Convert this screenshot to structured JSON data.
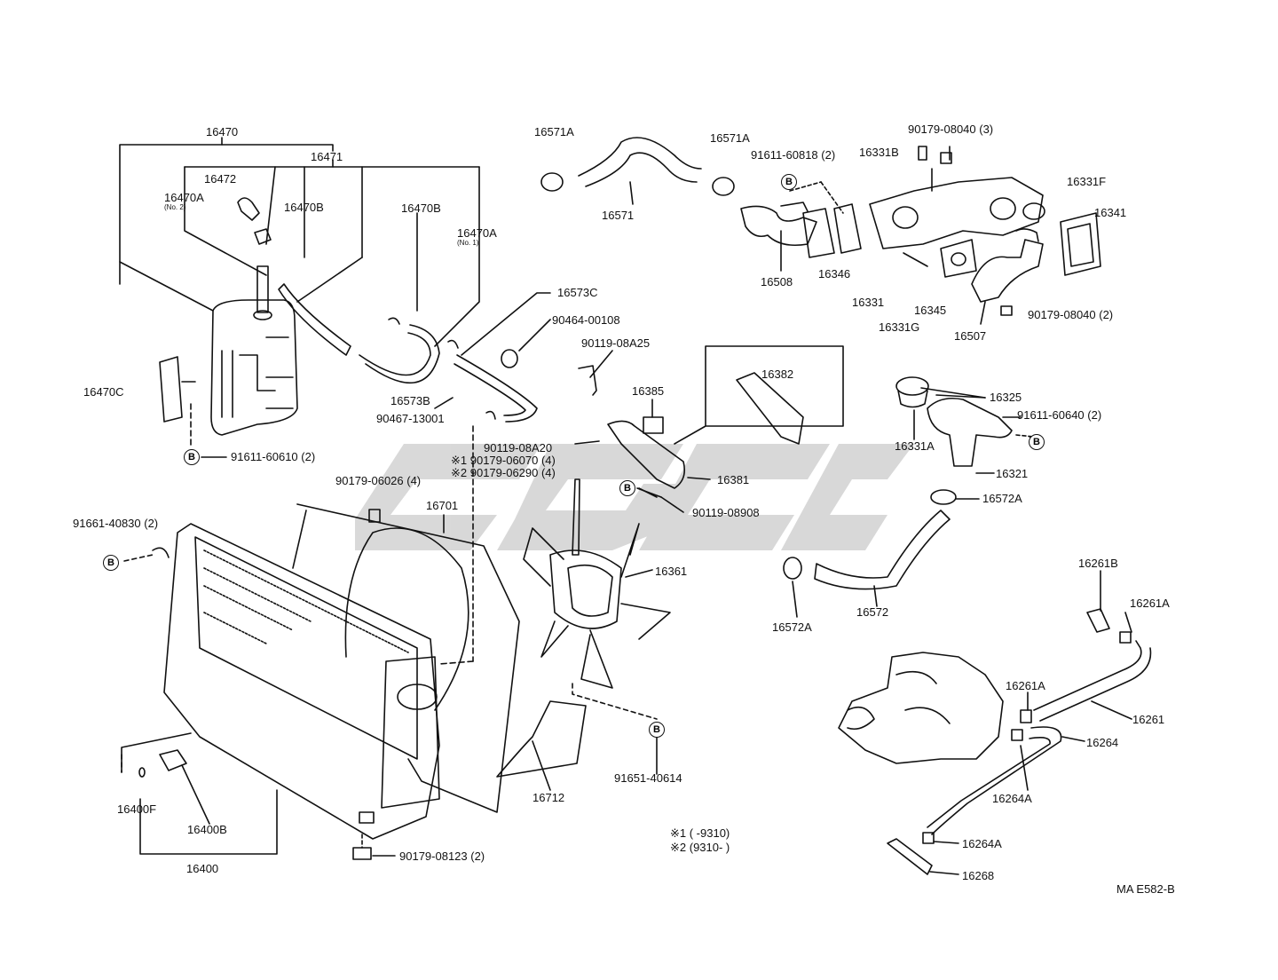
{
  "labels": {
    "l16470": "16470",
    "l16471": "16471",
    "l16472": "16472",
    "l16470A2": "16470A",
    "l16470A2_note": "(No. 2)",
    "l16470B_a": "16470B",
    "l16470B_b": "16470B",
    "l16470A1": "16470A",
    "l16470A1_note": "(No. 1)",
    "l16470C": "16470C",
    "l91611_60610": "91611-60610 (2)",
    "l16573C": "16573C",
    "l16573B": "16573B",
    "l90467_13001": "90467-13001",
    "l90464_00108": "90464-00108",
    "l90119_08A25": "90119-08A25",
    "l16385": "16385",
    "l16382": "16382",
    "l90119_08A20": "90119-08A20",
    "l90179_06070": "※1 90179-06070 (4)",
    "l90179_06290": "※2 90179-06290 (4)",
    "l16381": "16381",
    "l90119_08908": "90119-08908",
    "l90179_06026": "90179-06026 (4)",
    "l16701": "16701",
    "l91661_40830": "91661-40830 (2)",
    "l16361": "16361",
    "l16571A_a": "16571A",
    "l16571A_b": "16571A",
    "l16571": "16571",
    "l91611_60818": "91611-60818 (2)",
    "l16331B": "16331B",
    "l90179_08040_3": "90179-08040 (3)",
    "l16331F": "16331F",
    "l16341": "16341",
    "l16508": "16508",
    "l16346": "16346",
    "l16331": "16331",
    "l16331G": "16331G",
    "l16345": "16345",
    "l16507": "16507",
    "l90179_08040_2": "90179-08040 (2)",
    "l16325": "16325",
    "l91611_60640": "91611-60640 (2)",
    "l16331A": "16331A",
    "l16321": "16321",
    "l16572A_a": "16572A",
    "l16572A_b": "16572A",
    "l16572": "16572",
    "l16261B": "16261B",
    "l16261A_a": "16261A",
    "l16261A_b": "16261A",
    "l16261": "16261",
    "l16264": "16264",
    "l16264A_a": "16264A",
    "l16264A_b": "16264A",
    "l16268": "16268",
    "l16712": "16712",
    "l91651_40614": "91651-40614",
    "l16400F": "16400F",
    "l16400B": "16400B",
    "l16400": "16400",
    "l90179_08123": "90179-08123 (2)"
  },
  "notes": {
    "n1": "※1 (        -9310)",
    "n2": "※2 (9310-          )",
    "ref": "MA E582-B"
  },
  "callout_letter": "B",
  "colors": {
    "ink": "#111111",
    "watermark": "#c8c8c8"
  }
}
